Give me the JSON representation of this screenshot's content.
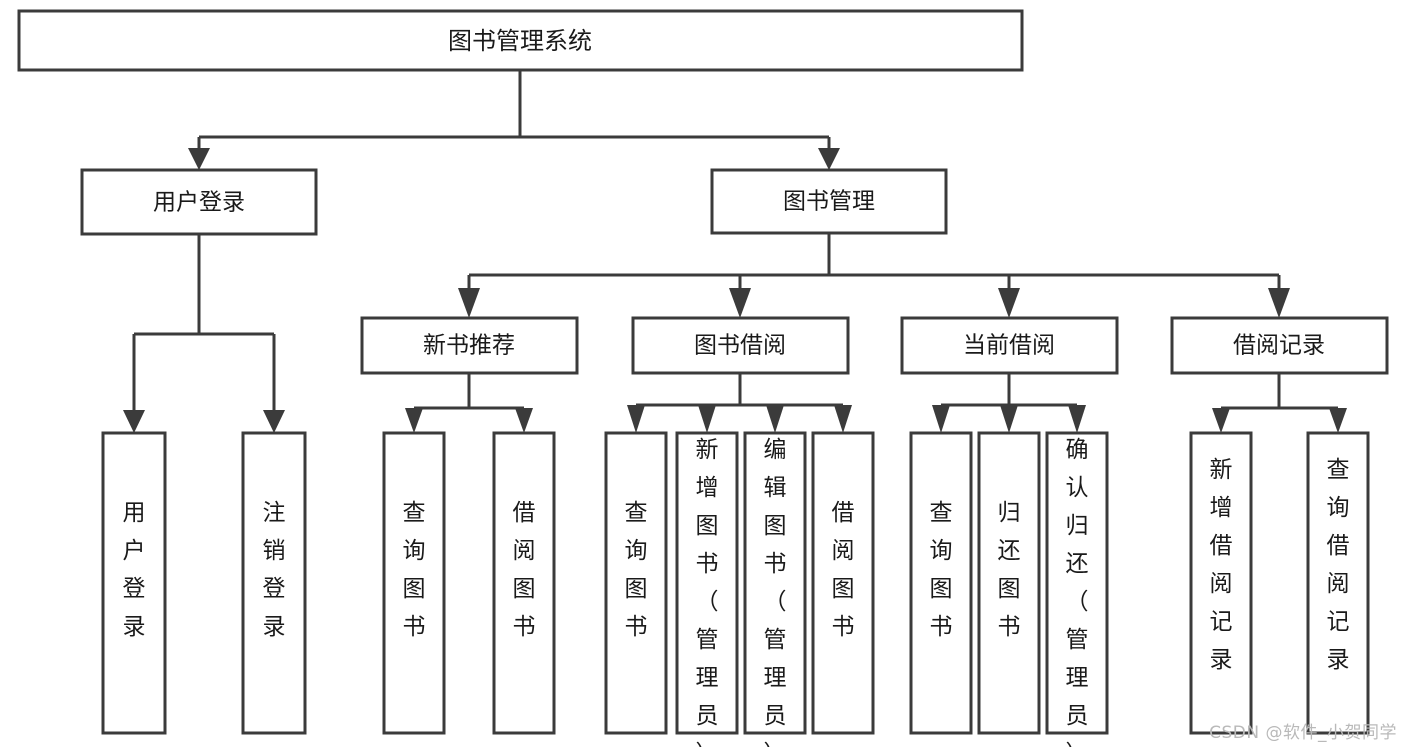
{
  "diagram": {
    "type": "tree",
    "title": "图书管理系统",
    "orientation": "top-down",
    "colors": {
      "box_stroke": "#3b3b3b",
      "box_fill": "#ffffff",
      "text": "#1a1a1a",
      "background": "#ffffff",
      "watermark": "#b9b9b9"
    },
    "root": {
      "label": "图书管理系统"
    },
    "level2": [
      {
        "id": "user-login",
        "label": "用户登录"
      },
      {
        "id": "book-manage",
        "label": "图书管理"
      }
    ],
    "level3": [
      {
        "id": "new-book-recommend",
        "label": "新书推荐",
        "parent": "book-manage"
      },
      {
        "id": "book-borrow",
        "label": "图书借阅",
        "parent": "book-manage"
      },
      {
        "id": "current-borrow",
        "label": "当前借阅",
        "parent": "book-manage"
      },
      {
        "id": "borrow-record",
        "label": "借阅记录",
        "parent": "book-manage"
      }
    ],
    "leaves": {
      "user-login": [
        {
          "id": "leaf-user-login",
          "label": "用户登录"
        },
        {
          "id": "leaf-user-logout",
          "label": "注销登录"
        }
      ],
      "new-book-recommend": [
        {
          "id": "leaf-query-book-1",
          "label": "查询图书"
        },
        {
          "id": "leaf-borrow-book-1",
          "label": "借阅图书"
        }
      ],
      "book-borrow": [
        {
          "id": "leaf-query-book-2",
          "label": "查询图书"
        },
        {
          "id": "leaf-add-book",
          "label": "新增图书（管理员）"
        },
        {
          "id": "leaf-edit-book",
          "label": "编辑图书（管理员）"
        },
        {
          "id": "leaf-borrow-book-2",
          "label": "借阅图书"
        }
      ],
      "current-borrow": [
        {
          "id": "leaf-query-book-3",
          "label": "查询图书"
        },
        {
          "id": "leaf-return-book",
          "label": "归还图书"
        },
        {
          "id": "leaf-confirm-return",
          "label": "确认归还（管理员）"
        }
      ],
      "borrow-record": [
        {
          "id": "leaf-add-record",
          "label": "新增借阅记录"
        },
        {
          "id": "leaf-query-record",
          "label": "查询借阅记录"
        }
      ]
    }
  },
  "watermark": {
    "text": "CSDN @软件_小贺同学"
  }
}
